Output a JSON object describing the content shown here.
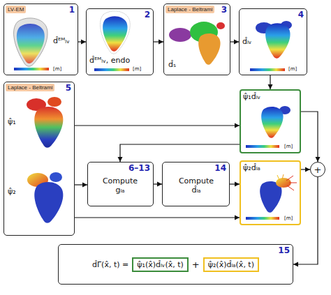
{
  "diagram": {
    "nodes": [
      {
        "text": [
          "LV-EM",
          "1",
          "d̂ᴱᴹₗᵥ",
          "[m]"
        ]
      },
      {
        "text": [
          "2",
          "d̂ᴱᴹₗᵥ, endo",
          "[m]"
        ]
      },
      {
        "text": [
          "Laplace - Beltrami",
          "3",
          "d̂ₛ"
        ]
      },
      {
        "text": [
          "4",
          "d̂ₗᵥ",
          "[m]"
        ]
      },
      {
        "text": [
          "Laplace - Beltrami",
          "5",
          "ψ̂₁",
          "ψ̂₂"
        ]
      },
      {
        "text": [
          "ψ̂₁d̂ₗᵥ",
          "[m]"
        ]
      },
      {
        "text": [
          "6–13",
          "Compute gₗₐ"
        ]
      },
      {
        "text": [
          "14",
          "Compute d̂ₗₐ"
        ]
      },
      {
        "text": [
          "ψ̂₂d̂ₗₐ",
          "[m]"
        ]
      },
      {
        "text": [
          "+"
        ]
      },
      {
        "text": [
          "15",
          "d̂Γ(x̂, t) =",
          "+"
        ]
      },
      {
        "text": [
          "ψ̂₁(x̂)d̂ₗᵥ(x̂, t)"
        ],
        "in": 10
      },
      {
        "text": [
          "ψ̂₂(x̂)d̂ₗₐ(x̂, t)"
        ],
        "in": 10
      }
    ],
    "edges": [
      {
        "from": 0,
        "to": 1,
        "arrow": "to"
      },
      {
        "from": 1,
        "to": 2,
        "arrow": "to"
      },
      {
        "from": 2,
        "to": 3,
        "arrow": "to"
      },
      {
        "from": 3,
        "to": 5,
        "arrow": "to"
      },
      {
        "from": 4,
        "to": 5,
        "arrow": "to"
      },
      {
        "from": 5,
        "to": 6,
        "arrow": "to"
      },
      {
        "from": 4,
        "to": 6,
        "arrow": "to"
      },
      {
        "from": 6,
        "to": 7,
        "arrow": "to"
      },
      {
        "from": 7,
        "to": 8,
        "arrow": "to"
      },
      {
        "from": 4,
        "to": 8,
        "arrow": "to"
      },
      {
        "from": 5,
        "to": 9,
        "arrow": "to"
      },
      {
        "from": 8,
        "to": 9,
        "arrow": "to"
      },
      {
        "from": 9,
        "to": 10,
        "arrow": "to"
      }
    ]
  }
}
